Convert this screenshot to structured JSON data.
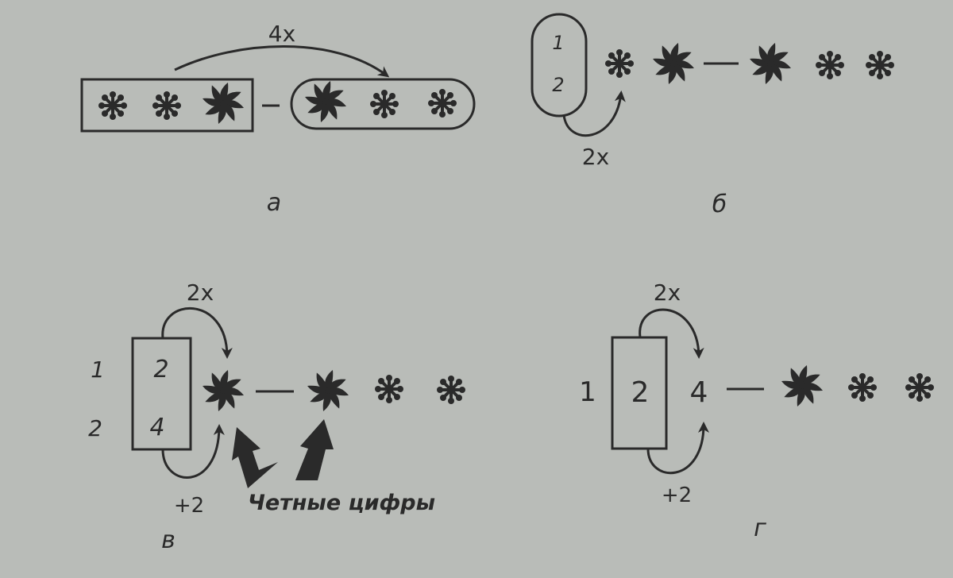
{
  "colors": {
    "background": "#b9bcb8",
    "ink": "#2a2a2a"
  },
  "icons": {
    "small_asterisk": "asterisk-icon",
    "pinwheel": "pinwheel-icon",
    "arrow": "arrow-icon"
  },
  "panel_a": {
    "caption": "а",
    "multiplier": "4х"
  },
  "panel_b": {
    "caption": "б",
    "multiplier": "2х",
    "digit_top": "1",
    "digit_bottom": "2"
  },
  "panel_v": {
    "caption": "в",
    "multiplier": "2х",
    "increment": "+2",
    "outer_top": "1",
    "outer_bottom": "2",
    "inner_top": "2",
    "inner_bottom": "4",
    "annotation": "Четные цифры"
  },
  "panel_g": {
    "caption": "г",
    "multiplier": "2х",
    "increment": "+2",
    "left_digit": "1",
    "box_digit": "2",
    "right_digit": "4"
  }
}
